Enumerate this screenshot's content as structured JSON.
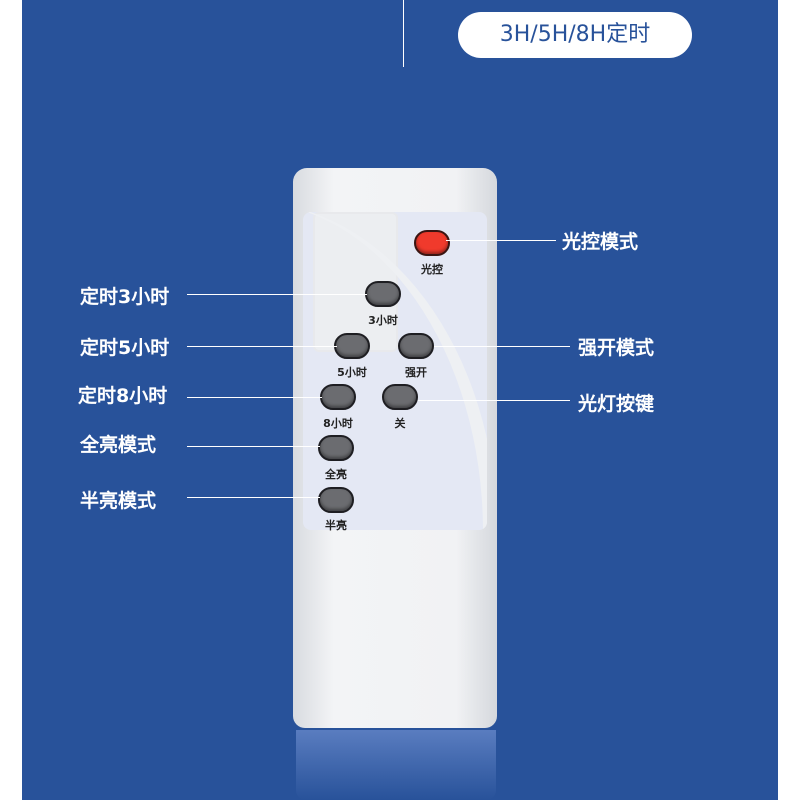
{
  "banner": {
    "timer_label": "3H/5H/8H定时"
  },
  "buttons": [
    {
      "key": "light_control",
      "label": "光控",
      "color": "#f03a2c"
    },
    {
      "key": "timer3",
      "label": "3小时"
    },
    {
      "key": "timer5",
      "label": "5小时"
    },
    {
      "key": "force_on",
      "label": "强开"
    },
    {
      "key": "timer8",
      "label": "8小时"
    },
    {
      "key": "off",
      "label": "关"
    },
    {
      "key": "full_bright",
      "label": "全亮"
    },
    {
      "key": "half_bright",
      "label": "半亮"
    }
  ],
  "callouts": {
    "light_control": "光控模式",
    "timer3": "定时3小时",
    "timer5": "定时5小时",
    "force_on": "强开模式",
    "timer8": "定时8小时",
    "off": "光灯按键",
    "full_bright": "全亮模式",
    "half_bright": "半亮模式"
  },
  "colors": {
    "background": "#28529a",
    "button": "#6b6c70"
  }
}
